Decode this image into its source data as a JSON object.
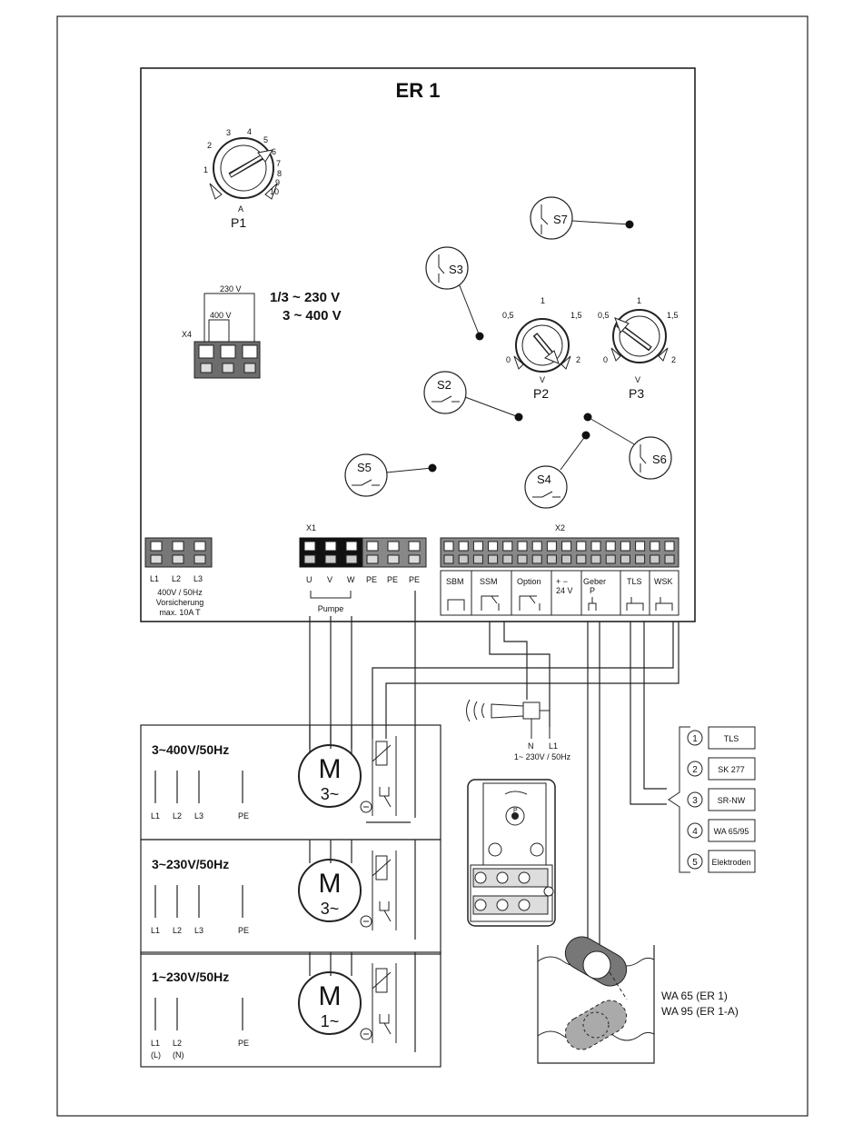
{
  "title": "ER 1",
  "p1": {
    "label": "P1",
    "unit": "A",
    "ticks": [
      "1",
      "2",
      "3",
      "4",
      "5",
      "6",
      "7",
      "8",
      "9",
      "10"
    ]
  },
  "p2": {
    "label": "P2",
    "unit": "V",
    "ticks": [
      "0",
      "0,5",
      "1",
      "1,5",
      "2"
    ]
  },
  "p3": {
    "label": "P3",
    "unit": "V",
    "ticks": [
      "0",
      "0,5",
      "1",
      "1,5",
      "2"
    ]
  },
  "switches": {
    "s2": "S2",
    "s3": "S3",
    "s4": "S4",
    "s5": "S5",
    "s6": "S6",
    "s7": "S7"
  },
  "x4": {
    "label": "X4",
    "v230": "230 V",
    "v400": "400 V"
  },
  "voltage_selection": {
    "line1": "1/3 ~ 230 V",
    "line2": "3 ~ 400 V"
  },
  "supply_terminals": {
    "labels": [
      "L1",
      "L2",
      "L3"
    ],
    "note1": "400V / 50Hz",
    "note2": "Vorsicherung",
    "note3": "max. 10A  T"
  },
  "x1": {
    "label": "X1",
    "terminals": [
      "U",
      "V",
      "W",
      "PE",
      "PE",
      "PE"
    ],
    "group": "Pumpe"
  },
  "x2": {
    "label": "X2",
    "groups": [
      "SBM",
      "SSM",
      "Option",
      "+  −",
      "24 V",
      "Geber",
      "P",
      "TLS",
      "WSK"
    ]
  },
  "alarm": {
    "n": "N",
    "l1": "L1",
    "supply": "1~ 230V / 50Hz"
  },
  "motors": [
    {
      "title": "3~400V/50Hz",
      "letter": "M",
      "phase": "3~",
      "lines": [
        "L1",
        "L2",
        "L3",
        "PE"
      ],
      "sub": [
        "",
        ""
      ]
    },
    {
      "title": "3~230V/50Hz",
      "letter": "M",
      "phase": "3~",
      "lines": [
        "L1",
        "L2",
        "L3",
        "PE"
      ],
      "sub": [
        "",
        ""
      ]
    },
    {
      "title": "1~230V/50Hz",
      "letter": "M",
      "phase": "1~",
      "lines": [
        "L1",
        "L2",
        "PE"
      ],
      "sub": [
        "(L)",
        "(N)"
      ]
    }
  ],
  "sensor_options": [
    {
      "num": "1",
      "label": "TLS"
    },
    {
      "num": "2",
      "label": "SK 277"
    },
    {
      "num": "3",
      "label": "SR-NW"
    },
    {
      "num": "4",
      "label": "WA 65/95"
    },
    {
      "num": "5",
      "label": "Elektroden"
    }
  ],
  "float_switch": {
    "line1": "WA 65 (ER 1)",
    "line2": "WA 95 (ER 1-A)",
    "pointer": "P"
  }
}
